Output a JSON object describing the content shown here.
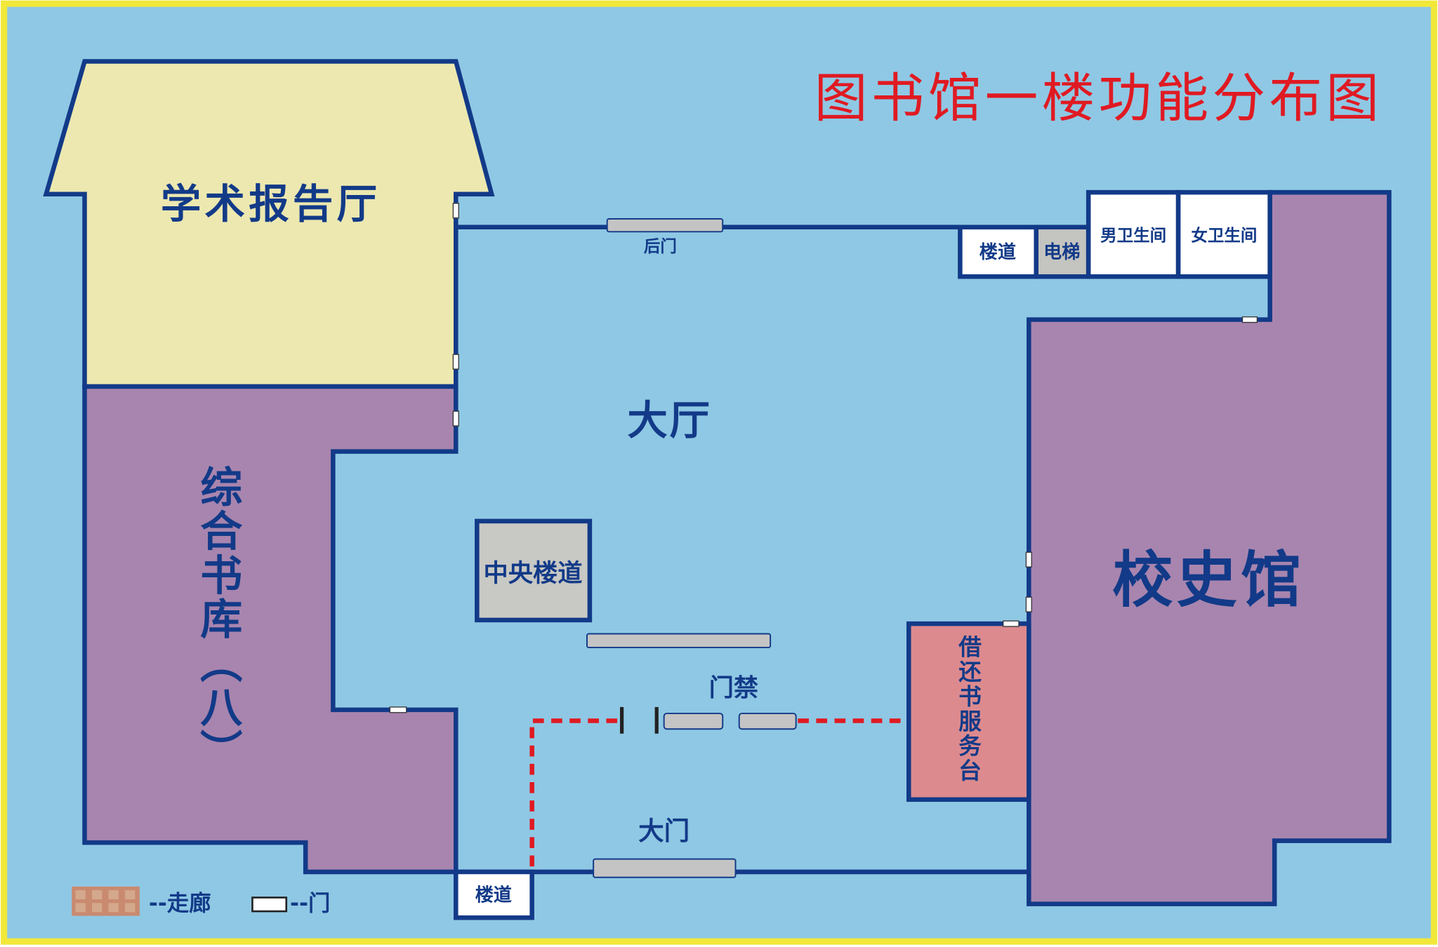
{
  "title": "图书馆一楼功能分布图",
  "rooms": {
    "lecture_hall": "学术报告厅",
    "stacks": "综合书库（八）",
    "lobby": "大厅",
    "history_museum": "校史馆",
    "central_stairs": "中央楼道",
    "service_desk": "借还书服务台",
    "stairs_top": "楼道",
    "elevator": "电梯",
    "mens_restroom": "男卫生间",
    "womens_restroom": "女卫生间",
    "stairs_bottom": "楼道"
  },
  "labels": {
    "back_door": "后门",
    "access_control": "门禁",
    "main_door": "大门"
  },
  "legend": {
    "corridor": "--走廊",
    "door": "--门"
  },
  "colors": {
    "background": "#8fc8e4",
    "frame": "#f2e83a",
    "wall": "#123a88",
    "lecture_hall": "#ece8b0",
    "purple_rooms": "#a885ae",
    "service_desk": "#dc8a8e",
    "title": "#e01a22",
    "route": "#e01a22"
  }
}
